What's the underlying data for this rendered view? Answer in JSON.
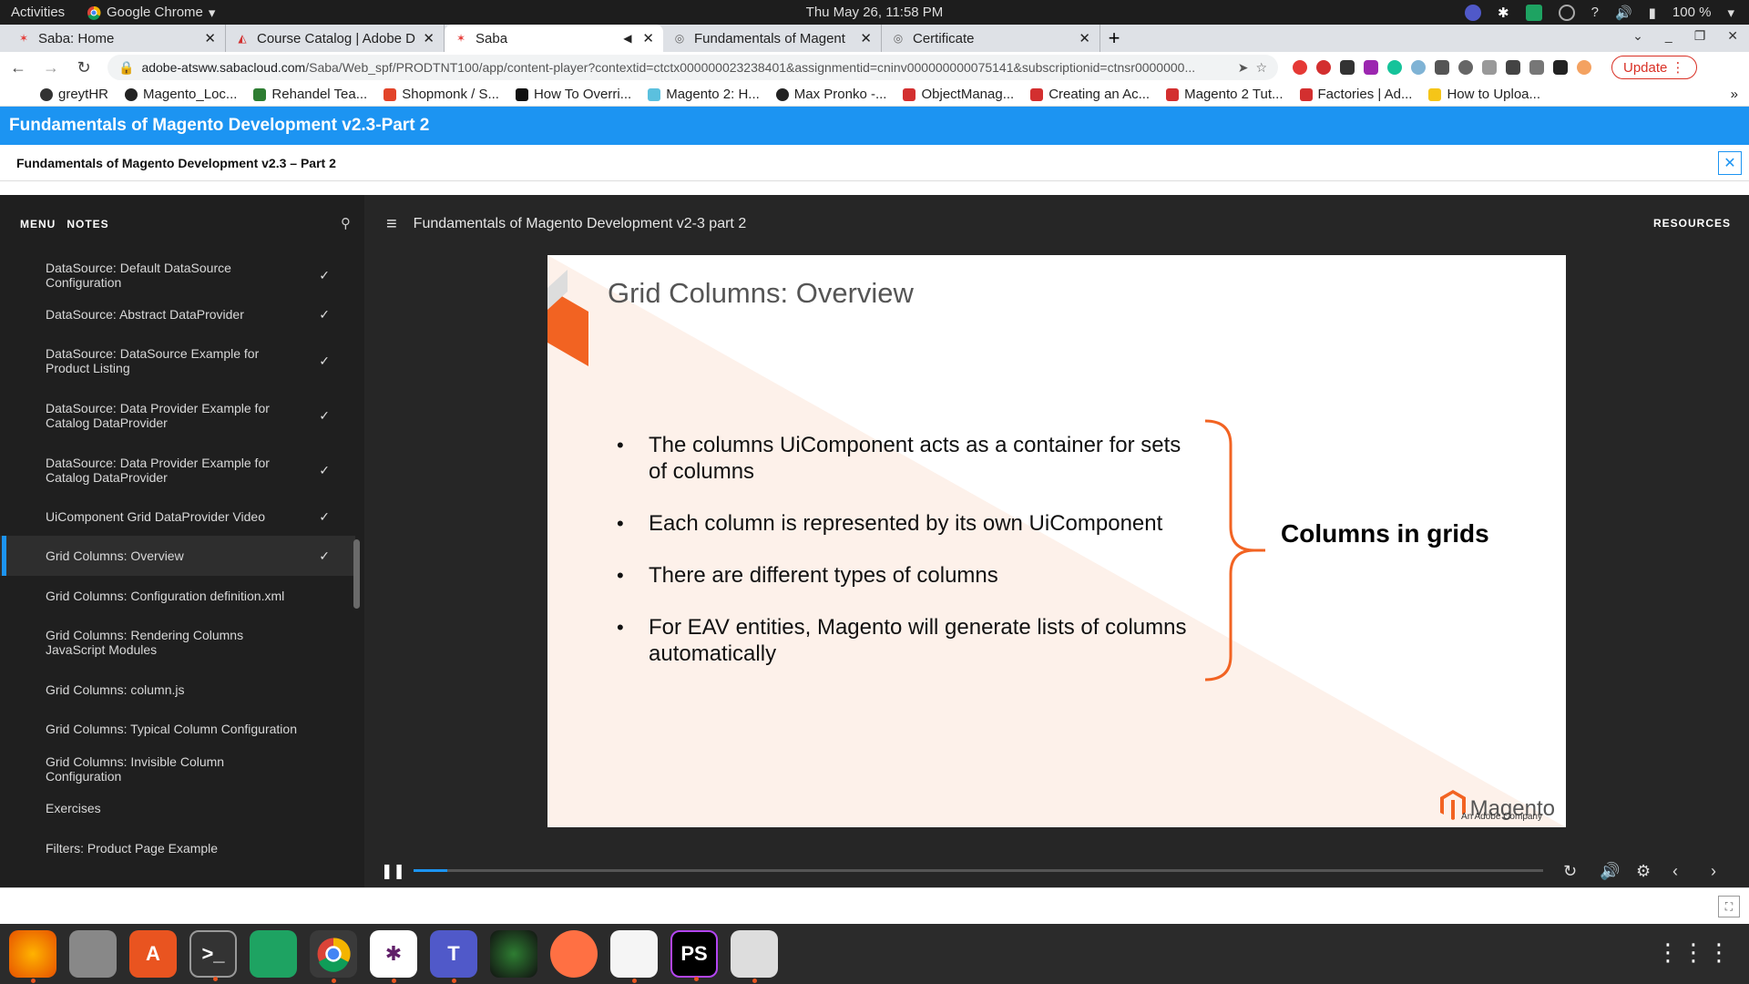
{
  "system": {
    "activities": "Activities",
    "app_name": "Google Chrome",
    "clock": "Thu May 26, 11:58 PM",
    "battery": "100 %"
  },
  "tabs": [
    {
      "title": "Saba: Home",
      "icon": "saba-icon"
    },
    {
      "title": "Course Catalog | Adobe D",
      "icon": "adobe-icon"
    },
    {
      "title": "Saba",
      "icon": "saba-icon",
      "active": true
    },
    {
      "title": "Fundamentals of Magent",
      "icon": "globe-icon"
    },
    {
      "title": "Certificate",
      "icon": "globe-icon"
    }
  ],
  "address": {
    "host": "adobe-atsww.sabacloud.com",
    "path": "/Saba/Web_spf/PRODTNT100/app/content-player?contextid=ctctx000000023238401&assignmentid=cninv000000000075141&subscriptionid=ctnsr0000000...",
    "update_label": "Update"
  },
  "bookmarks": [
    {
      "label": "greytHR",
      "color": "#333"
    },
    {
      "label": "Magento_Loc...",
      "color": "#222"
    },
    {
      "label": "Rehandel Tea...",
      "color": "#2e7d32"
    },
    {
      "label": "Shopmonk / S...",
      "color": "#e24329"
    },
    {
      "label": "How To Overri...",
      "color": "#111"
    },
    {
      "label": "Magento 2: H...",
      "color": "#5bc0de"
    },
    {
      "label": "Max Pronko -...",
      "color": "#222"
    },
    {
      "label": "ObjectManag...",
      "color": "#d32f2f"
    },
    {
      "label": "Creating an Ac...",
      "color": "#d32f2f"
    },
    {
      "label": "Magento 2 Tut...",
      "color": "#d32f2f"
    },
    {
      "label": "Factories | Ad...",
      "color": "#d32f2f"
    },
    {
      "label": "How to Uploa...",
      "color": "#f5c518"
    }
  ],
  "course": {
    "title_bar": "Fundamentals of Magento Development v2.3-Part 2",
    "sub_title": "Fundamentals of Magento Development v2.3 – Part 2"
  },
  "sidebar": {
    "menu_tab": "MENU",
    "notes_tab": "NOTES",
    "items": [
      {
        "label": "DataSource: Default DataSource Configuration",
        "done": true
      },
      {
        "label": "DataSource: Abstract DataProvider",
        "done": true
      },
      {
        "label": "DataSource: DataSource Example for Product Listing",
        "done": true
      },
      {
        "label": "DataSource: Data Provider Example for Catalog DataProvider",
        "done": true
      },
      {
        "label": "DataSource: Data Provider Example for Catalog DataProvider",
        "done": true
      },
      {
        "label": "UiComponent Grid DataProvider Video",
        "done": true
      },
      {
        "label": "Grid Columns: Overview",
        "done": true,
        "selected": true
      },
      {
        "label": "Grid Columns: Configuration definition.xml",
        "done": false
      },
      {
        "label": "Grid Columns: Rendering Columns JavaScript Modules",
        "done": false
      },
      {
        "label": "Grid Columns: column.js",
        "done": false
      },
      {
        "label": "Grid Columns: Typical Column Configuration",
        "done": false
      },
      {
        "label": "Grid Columns: Invisible Column Configuration",
        "done": false
      },
      {
        "label": "Exercises",
        "done": false
      },
      {
        "label": "Filters: Product Page Example",
        "done": false
      }
    ]
  },
  "player": {
    "lesson_title": "Fundamentals of Magento Development v2-3 part 2",
    "resources_label": "RESOURCES",
    "progress": 0.03
  },
  "slide": {
    "title": "Grid Columns: Overview",
    "bullets": [
      "The columns UiComponent acts as a container for sets of columns",
      "Each column is represented by its own UiComponent",
      "There are different types of columns",
      "For EAV entities, Magento will generate lists of columns automatically"
    ],
    "callout": "Columns in grids",
    "logo_word": "Magento",
    "logo_sub": "An Adobe Company",
    "accent": "#f26322"
  }
}
